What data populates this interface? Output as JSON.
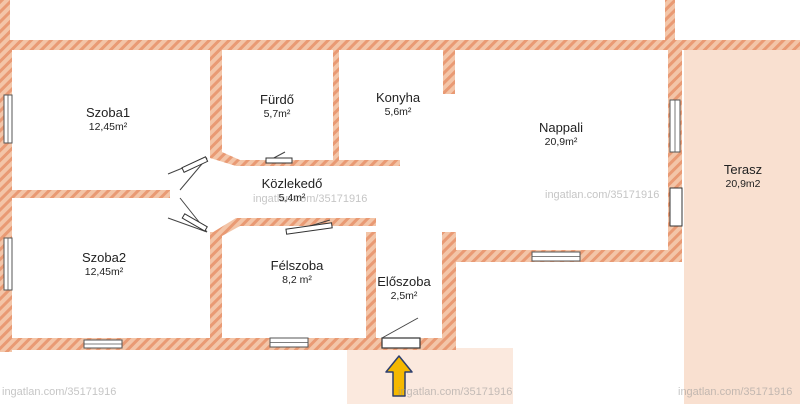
{
  "colors": {
    "wall": "#f3c5a8",
    "wall_hatch": "#e99a74",
    "terrace": "#f9e0d0",
    "entrance": "#fbe9de",
    "arrow": "#f5b800",
    "arrow_stroke": "#2d3f6e"
  },
  "rooms": {
    "szoba1": {
      "name": "Szoba1",
      "area": "12,45m²"
    },
    "furdo": {
      "name": "Fürdő",
      "area": "5,7m²"
    },
    "konyha": {
      "name": "Konyha",
      "area": "5,6m²"
    },
    "nappali": {
      "name": "Nappali",
      "area": "20,9m²"
    },
    "terasz": {
      "name": "Terasz",
      "area": "20,9m2"
    },
    "kozlekedo": {
      "name": "Közlekedő",
      "area": "5,4m²"
    },
    "szoba2": {
      "name": "Szoba2",
      "area": "12,45m²"
    },
    "felszoba": {
      "name": "Félszoba",
      "area": "8,2 m²"
    },
    "eloszoba": {
      "name": "Előszoba",
      "area": "2,5m²"
    }
  },
  "watermark": {
    "text": "ingatlan.com/35171916"
  },
  "icons": {
    "entrance_arrow": "arrow-up-icon"
  }
}
